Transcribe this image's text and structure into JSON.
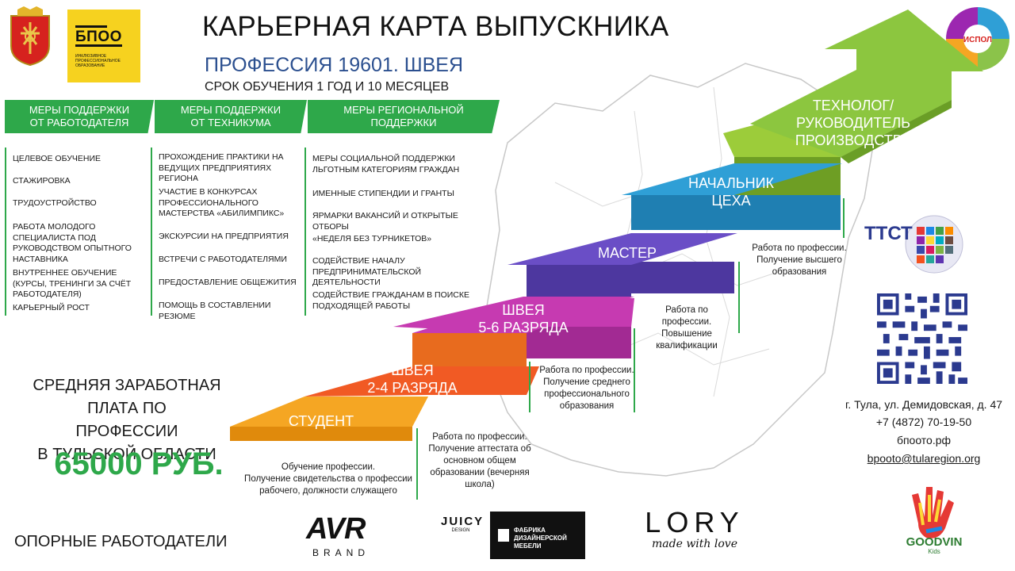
{
  "header": {
    "title": "КАРЬЕРНАЯ КАРТА ВЫПУСКНИКА",
    "profession": "ПРОФЕССИЯ 19601. ШВЕЯ",
    "duration": "СРОК ОБУЧЕНИЯ 1 ГОД И 10 МЕСЯЦЕВ",
    "bpoo_logo_title": "БПОО",
    "bpoo_logo_subtitle": "Инклюзивное профессиональное образование",
    "ecosystem_logo_text": "ИСПОЛ"
  },
  "columns": [
    {
      "header": "МЕРЫ ПОДДЕРЖКИ\nОТ РАБОТОДАТЕЛЯ",
      "header_line1": "МЕРЫ ПОДДЕРЖКИ",
      "header_line2": "ОТ РАБОТОДАТЕЛЯ",
      "items": [
        "ЦЕЛЕВОЕ ОБУЧЕНИЕ",
        "СТАЖИРОВКА",
        "ТРУДОУСТРОЙСТВО",
        "РАБОТА МОЛОДОГО СПЕЦИАЛИСТА ПОД РУКОВОДСТВОМ ОПЫТНОГО НАСТАВНИКА",
        "ВНУТРЕННЕЕ ОБУЧЕНИЕ (КУРСЫ, ТРЕНИНГИ ЗА СЧЁТ РАБОТОДАТЕЛЯ)",
        "КАРЬЕРНЫЙ РОСТ"
      ]
    },
    {
      "header_line1": "МЕРЫ ПОДДЕРЖКИ",
      "header_line2": "ОТ ТЕХНИКУМА",
      "items": [
        "ПРОХОЖДЕНИЕ ПРАКТИКИ НА ВЕДУЩИХ ПРЕДПРИЯТИЯХ РЕГИОНА",
        "УЧАСТИЕ В КОНКУРСАХ ПРОФЕССИОНАЛЬНОГО МАСТЕРСТВА «АБИЛИМПИКС»",
        "ЭКСКУРСИИ НА ПРЕДПРИЯТИЯ",
        "ВСТРЕЧИ С РАБОТОДАТЕЛЯМИ",
        "ПРЕДОСТАВЛЕНИЕ ОБЩЕЖИТИЯ",
        "ПОМОЩЬ В СОСТАВЛЕНИИ РЕЗЮМЕ"
      ]
    },
    {
      "header_line1": "МЕРЫ РЕГИОНАЛЬНОЙ",
      "header_line2": "ПОДДЕРЖКИ",
      "items": [
        "МЕРЫ СОЦИАЛЬНОЙ ПОДДЕРЖКИ ЛЬГОТНЫМ КАТЕГОРИЯМ ГРАЖДАН",
        "ИМЕННЫЕ СТИПЕНДИИ И ГРАНТЫ",
        "ЯРМАРКИ ВАКАНСИЙ И ОТКРЫТЫЕ ОТБОРЫ",
        "«НЕДЕЛЯ БЕЗ ТУРНИКЕТОВ»",
        "СОДЕЙСТВИЕ НАЧАЛУ ПРЕДПРИНИМАТЕЛЬСКОЙ ДЕЯТЕЛЬНОСТИ",
        "СОДЕЙСТВИЕ ГРАЖДАНАМ В ПОИСКЕ ПОДХОДЯЩЕЙ РАБОТЫ"
      ]
    }
  ],
  "salary": {
    "label_line1": "СРЕДНЯЯ ЗАРАБОТНАЯ ПЛАТА ПО",
    "label_line2": "ПРОФЕССИИ",
    "label_line3": "В ТУЛЬСКОЙ ОБЛАСТИ",
    "value": "65000 РУБ."
  },
  "steps": [
    {
      "label_line1": "СТУДЕНТ",
      "label_line2": "",
      "color": "#f5a623",
      "desc": [
        "Обучение профессии.",
        "Получение свидетельства о профессии",
        "рабочего, должности служащего"
      ]
    },
    {
      "label_line1": "ШВЕЯ",
      "label_line2": "2-4 РАЗРЯДА",
      "color": "#f15a24",
      "desc": [
        "Работа по профессии.",
        "Получение аттестата об",
        "основном общем",
        "образовании (вечерняя",
        "школа)"
      ]
    },
    {
      "label_line1": "ШВЕЯ",
      "label_line2": "5-6 РАЗРЯДА",
      "color": "#c63ab1",
      "desc": [
        "Работа по профессии.",
        "Получение среднего",
        "профессионального",
        "образования"
      ]
    },
    {
      "label_line1": "МАСТЕР",
      "label_line2": "",
      "color": "#6a4ec6",
      "desc": [
        "Работа по",
        "профессии.",
        "Повышение",
        "квалификации"
      ]
    },
    {
      "label_line1": "НАЧАЛЬНИК",
      "label_line2": "ЦЕХА",
      "color": "#2f9fd6",
      "desc": [
        "Работа по профессии.",
        "Получение высшего",
        "образования"
      ]
    },
    {
      "label_line1": "ТЕХНОЛОГ/",
      "label_line2": "РУКОВОДИТЕЛЬ",
      "label_line3": "ПРОИЗВОДСТВА",
      "color": "#9ccc3a",
      "desc": []
    }
  ],
  "right": {
    "ttst_logo": "ТТСТ",
    "address": "г. Тула, ул. Демидовская, д. 47",
    "phone": "+7 (4872) 70-19-50",
    "site": "бпоото.рф",
    "email": "bpooto@tularegion.org"
  },
  "employers": {
    "label": "ОПОРНЫЕ РАБОТОДАТЕЛИ",
    "avr_line1": "AVR",
    "avr_line2": "BRAND",
    "juicy_line1": "JUICY",
    "juicy_line2": "DESIGN",
    "factory": "ФАБРИКА ДИЗАЙНЕРСКОЙ МЕБЕЛИ",
    "lory_line1": "LORY",
    "lory_line2": "made with love",
    "goodvin": "GOODVIN",
    "goodvin_sub": "Kids"
  },
  "colors": {
    "green": "#2ea84a",
    "blue_title": "#2b4f8f",
    "arrow": "#9ccc3a",
    "bpoo_yellow": "#f6d21f"
  }
}
